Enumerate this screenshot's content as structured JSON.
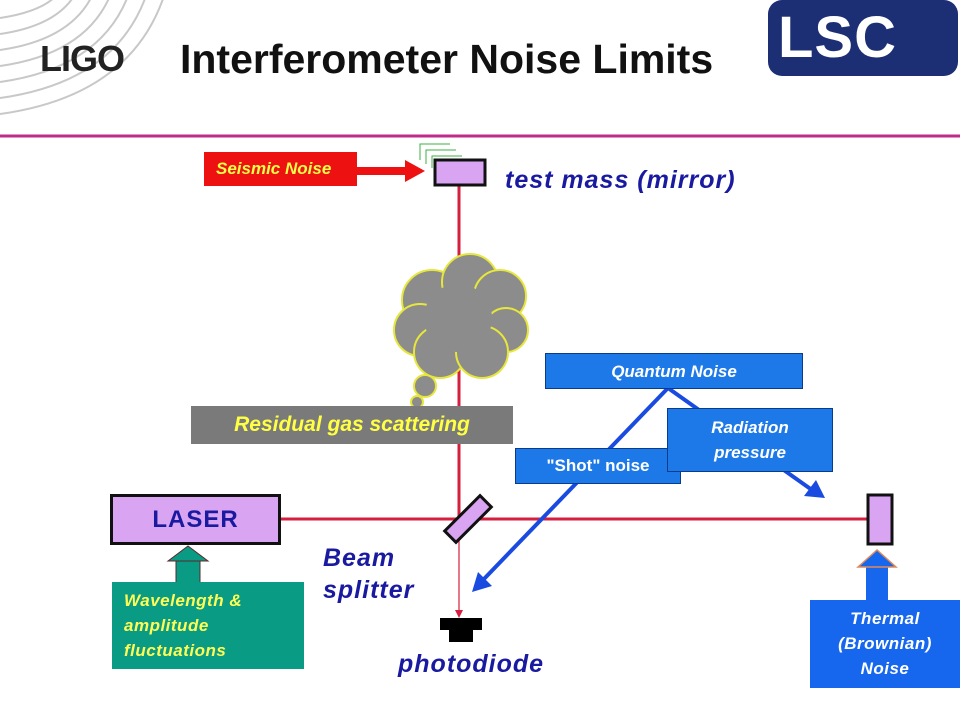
{
  "header": {
    "logo_left": "LIGO",
    "title": "Interferometer Noise Limits",
    "logo_right": "LSC"
  },
  "labels": {
    "seismic_noise": "Seismic Noise",
    "test_mass": "test mass (mirror)",
    "residual_gas": "Residual gas scattering",
    "quantum_noise": "Quantum Noise",
    "shot_noise": "\"Shot\" noise",
    "radiation_pressure": [
      "Radiation",
      "pressure"
    ],
    "laser": "LASER",
    "beam_splitter": [
      "Beam",
      "splitter"
    ],
    "photodiode": "photodiode",
    "wavelength_fluctuations": [
      "Wavelength &",
      "amplitude",
      "fluctuations"
    ],
    "thermal_noise": [
      "Thermal",
      "(Brownian)",
      "Noise"
    ]
  },
  "colors": {
    "beam": "#d61f3f",
    "header_rule": "#c02a8a",
    "mirror_fill": "#d9a4f2",
    "gas_cloud": "#8c8c8c",
    "gas_cloud_outline": "#e6e63c",
    "noise_box_blue": "#1e79e8",
    "arrow_blue": "#1a4be0",
    "seismic_red": "#ee1111",
    "wavelength_teal": "#0a9b84"
  },
  "icons": [
    "ligo-swirl-icon",
    "seismic-arrow-icon",
    "gas-cloud-icon",
    "thermal-arrow-icon",
    "wavelength-arrow-icon"
  ]
}
